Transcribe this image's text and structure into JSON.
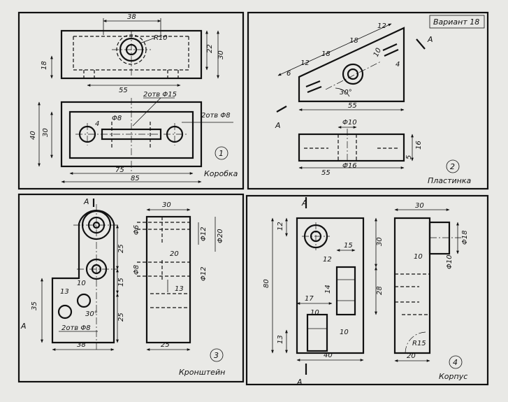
{
  "variant": "Вариант 18",
  "panels": [
    {
      "number": "1",
      "name": "Коробка",
      "dims": [
        "38",
        "R10",
        "18",
        "22",
        "30",
        "55",
        "2отв Φ15",
        "Φ8",
        "4",
        "2отв Φ8",
        "40",
        "30",
        "75",
        "85"
      ]
    },
    {
      "number": "2",
      "name": "Пластинка",
      "dims": [
        "12",
        "18",
        "18",
        "12",
        "6",
        "10",
        "4",
        "30°",
        "55",
        "Φ10",
        "16",
        "5",
        "55",
        "Φ16"
      ],
      "section": "A"
    },
    {
      "number": "3",
      "name": "Кронштейн",
      "dims": [
        "30",
        "Φ6",
        "Φ12",
        "Φ20",
        "25",
        "20",
        "Φ8",
        "Φ12",
        "15",
        "13",
        "35",
        "13",
        "10",
        "30°",
        "25",
        "2отв Φ8",
        "38",
        "25"
      ],
      "section": "A"
    },
    {
      "number": "4",
      "name": "Корпус",
      "dims": [
        "30",
        "12",
        "15",
        "30",
        "Φ18",
        "80",
        "12",
        "10",
        "Φ10",
        "14",
        "28",
        "17",
        "10",
        "13",
        "10",
        "R15",
        "40",
        "20"
      ],
      "section": "A"
    }
  ]
}
